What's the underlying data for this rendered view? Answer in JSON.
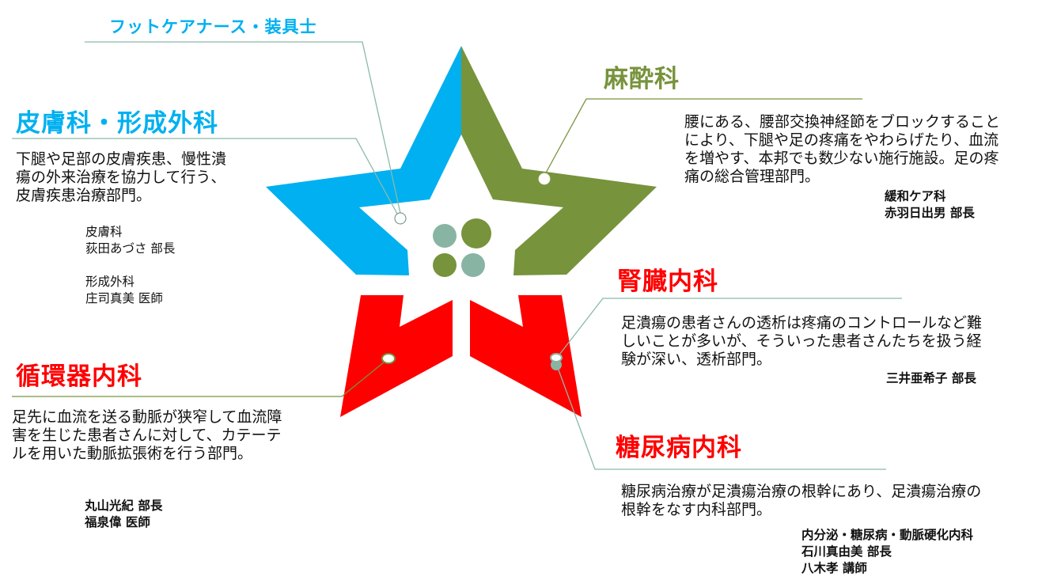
{
  "colors": {
    "blue": "#00b0f0",
    "green": "#77933c",
    "red": "#ff0000",
    "sage": "#88b4a4",
    "leader_teal": "#8ab9ab",
    "leader_green": "#77933c"
  },
  "center_circles": [
    {
      "position": "top-left",
      "color": "#88b4a4"
    },
    {
      "position": "top-right",
      "color": "#77933c"
    },
    {
      "position": "bottom-left",
      "color": "#77933c"
    },
    {
      "position": "bottom-right",
      "color": "#88b4a4"
    }
  ],
  "departments": {
    "footcare": {
      "title": "フットケアナース・装具士",
      "color": "blue"
    },
    "dermatology": {
      "title": "皮膚科・形成外科",
      "color": "blue",
      "description": "下腿や足部の皮膚疾患、慢性潰\n瘍の外来治療を協力して行う、\n皮膚疾患治療部門。",
      "staff": "皮膚科\n荻田あづさ 部長\n\n形成外科\n庄司真美 医師"
    },
    "anesthesiology": {
      "title": "麻酔科",
      "color": "green",
      "description": "腰にある、腰部交換神経節をブロックすること\nにより、下腿や足の疼痛をやわらげたり、血流\nを増やす、本邦でも数少ない施行施設。足の疼\n痛の総合管理部門。",
      "staff": "緩和ケア科\n赤羽日出男 部長"
    },
    "nephrology": {
      "title": "腎臓内科",
      "color": "red",
      "description": "足潰瘍の患者さんの透析は疼痛のコントロールなど難\nしいことが多いが、そういった患者さんたちを扱う経\n験が深い、透析部門。",
      "staff": "三井亜希子 部長"
    },
    "cardiology": {
      "title": "循環器内科",
      "color": "red",
      "description": "足先に血流を送る動脈が狭窄して血流障\n害を生じた患者さんに対して、カテーテ\nルを用いた動脈拡張術を行う部門。",
      "staff": "丸山光紀 部長\n福泉偉 医師"
    },
    "diabetes": {
      "title": "糖尿病内科",
      "color": "red",
      "description": "糖尿病治療が足潰瘍治療の根幹にあり、足潰瘍治療の\n根幹をなす内科部門。",
      "staff": "内分泌・糖尿病・動脈硬化内科\n石川真由美 部長\n八木孝 講師"
    }
  }
}
